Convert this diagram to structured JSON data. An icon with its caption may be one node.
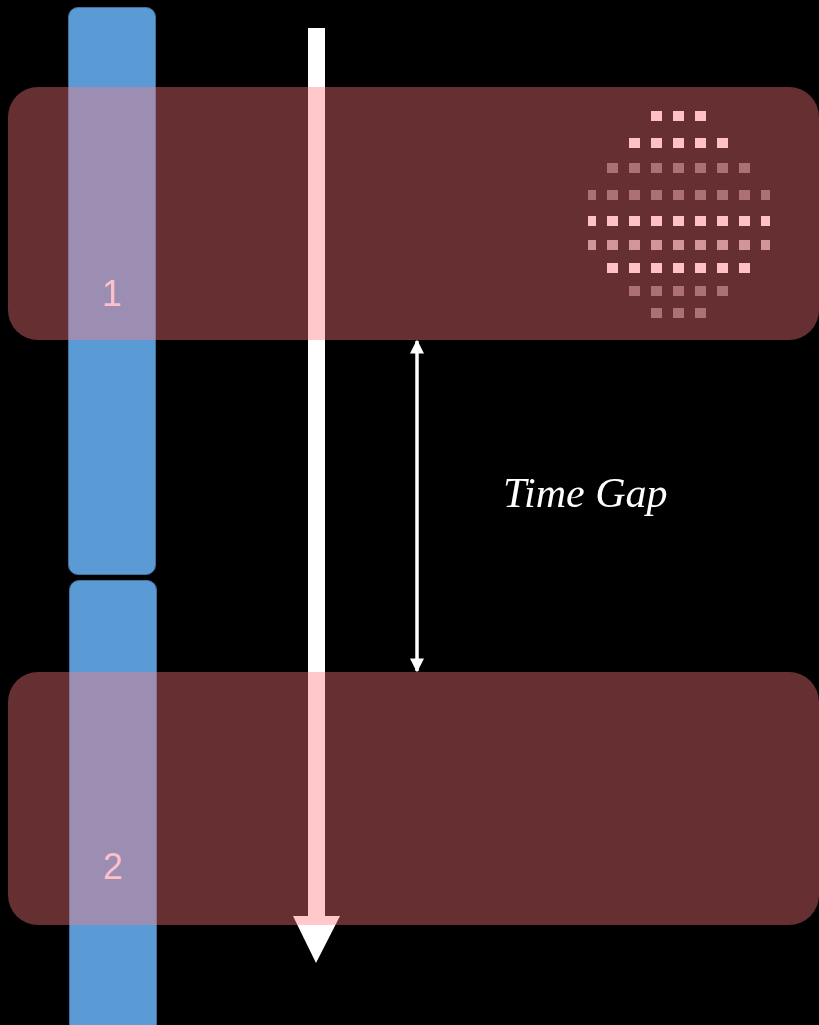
{
  "diagram": {
    "nodes": [
      {
        "text": [
          "1"
        ]
      },
      {
        "text": [
          "2"
        ]
      },
      {
        "text": [],
        "shape": "box"
      },
      {
        "text": [],
        "shape": "box"
      }
    ],
    "edges": [
      {
        "from": 2,
        "to": 3,
        "arrow": "both"
      }
    ],
    "labels": [
      "Time Gap"
    ]
  }
}
